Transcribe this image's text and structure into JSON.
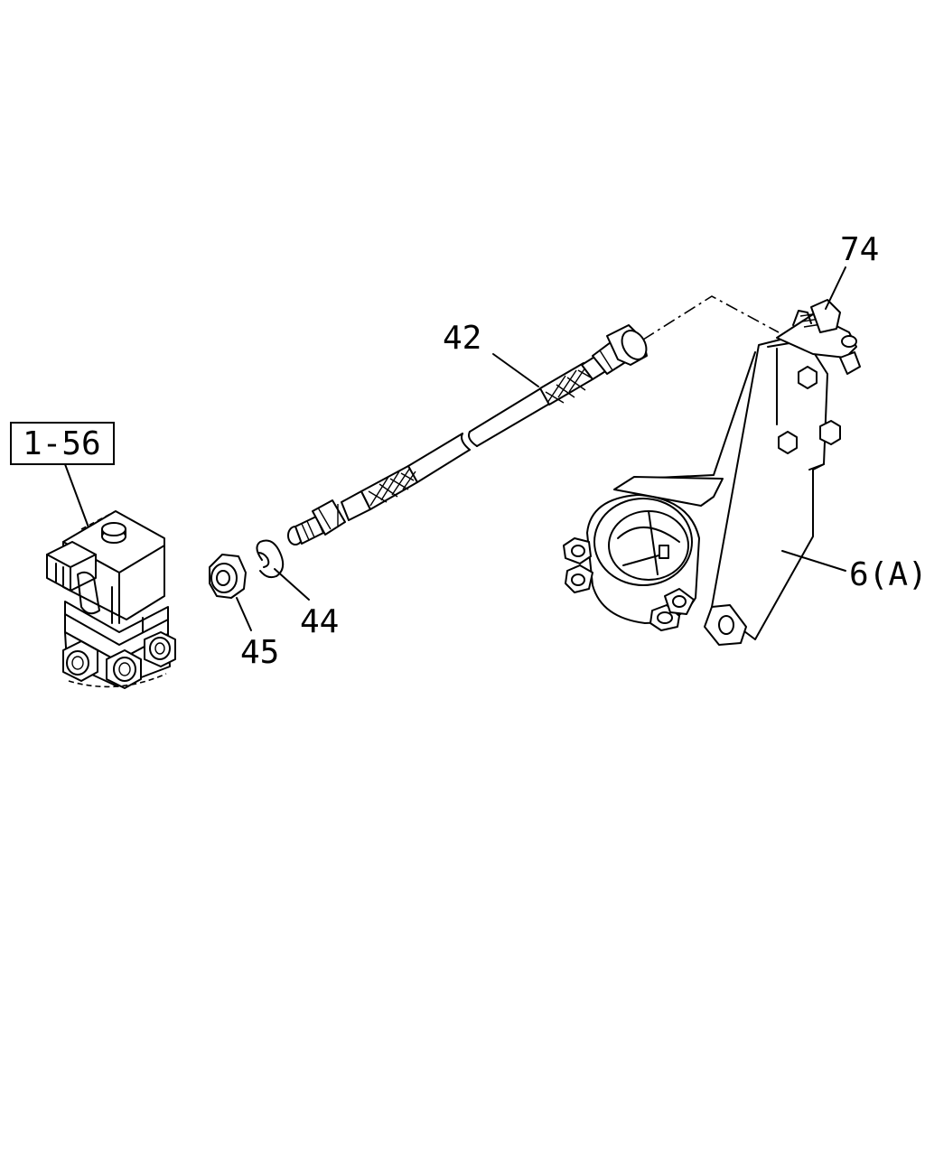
{
  "callouts": {
    "ref_box": "1-56",
    "part_42": "42",
    "part_74": "74",
    "part_44": "44",
    "part_45": "45",
    "part_6a": "6(A)"
  }
}
